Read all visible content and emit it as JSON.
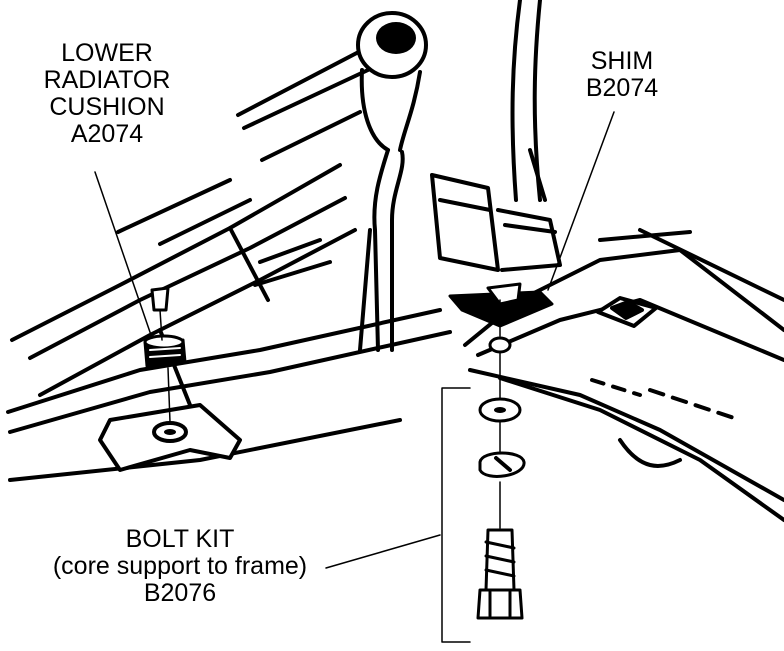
{
  "callouts": {
    "cushion": {
      "lines": [
        "LOWER",
        "RADIATOR",
        "CUSHION",
        "A2074"
      ]
    },
    "shim": {
      "lines": [
        "SHIM",
        "B2074"
      ]
    },
    "bolt_kit": {
      "lines": [
        "BOLT KIT",
        "(core support to frame)",
        "B2076"
      ]
    }
  },
  "colors": {
    "ink": "#000000",
    "paper": "#ffffff"
  }
}
